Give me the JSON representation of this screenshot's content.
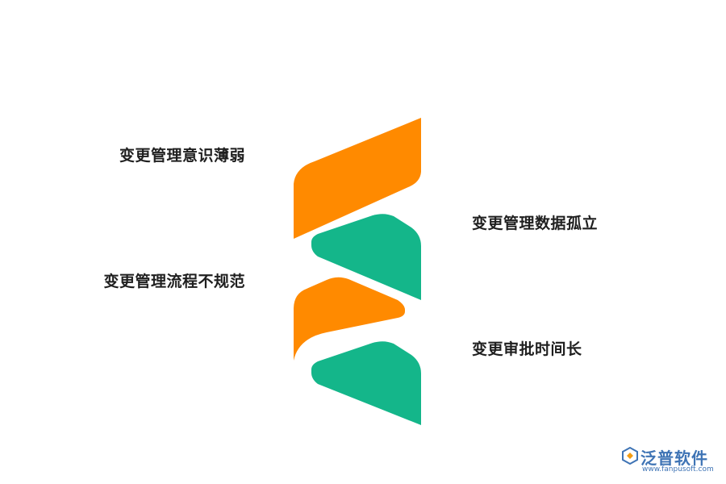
{
  "diagram": {
    "items": [
      {
        "label": "变更管理意识薄弱",
        "color": "#ff8a00"
      },
      {
        "label": "变更管理数据孤立",
        "color": "#14b68a"
      },
      {
        "label": "变更管理流程不规范",
        "color": "#ff8a00"
      },
      {
        "label": "变更审批时间长",
        "color": "#14b68a"
      }
    ]
  },
  "watermark": {
    "brand": "泛普软件",
    "url": "www.fanpusoft.com",
    "icon": "fanpu-logo-icon"
  }
}
